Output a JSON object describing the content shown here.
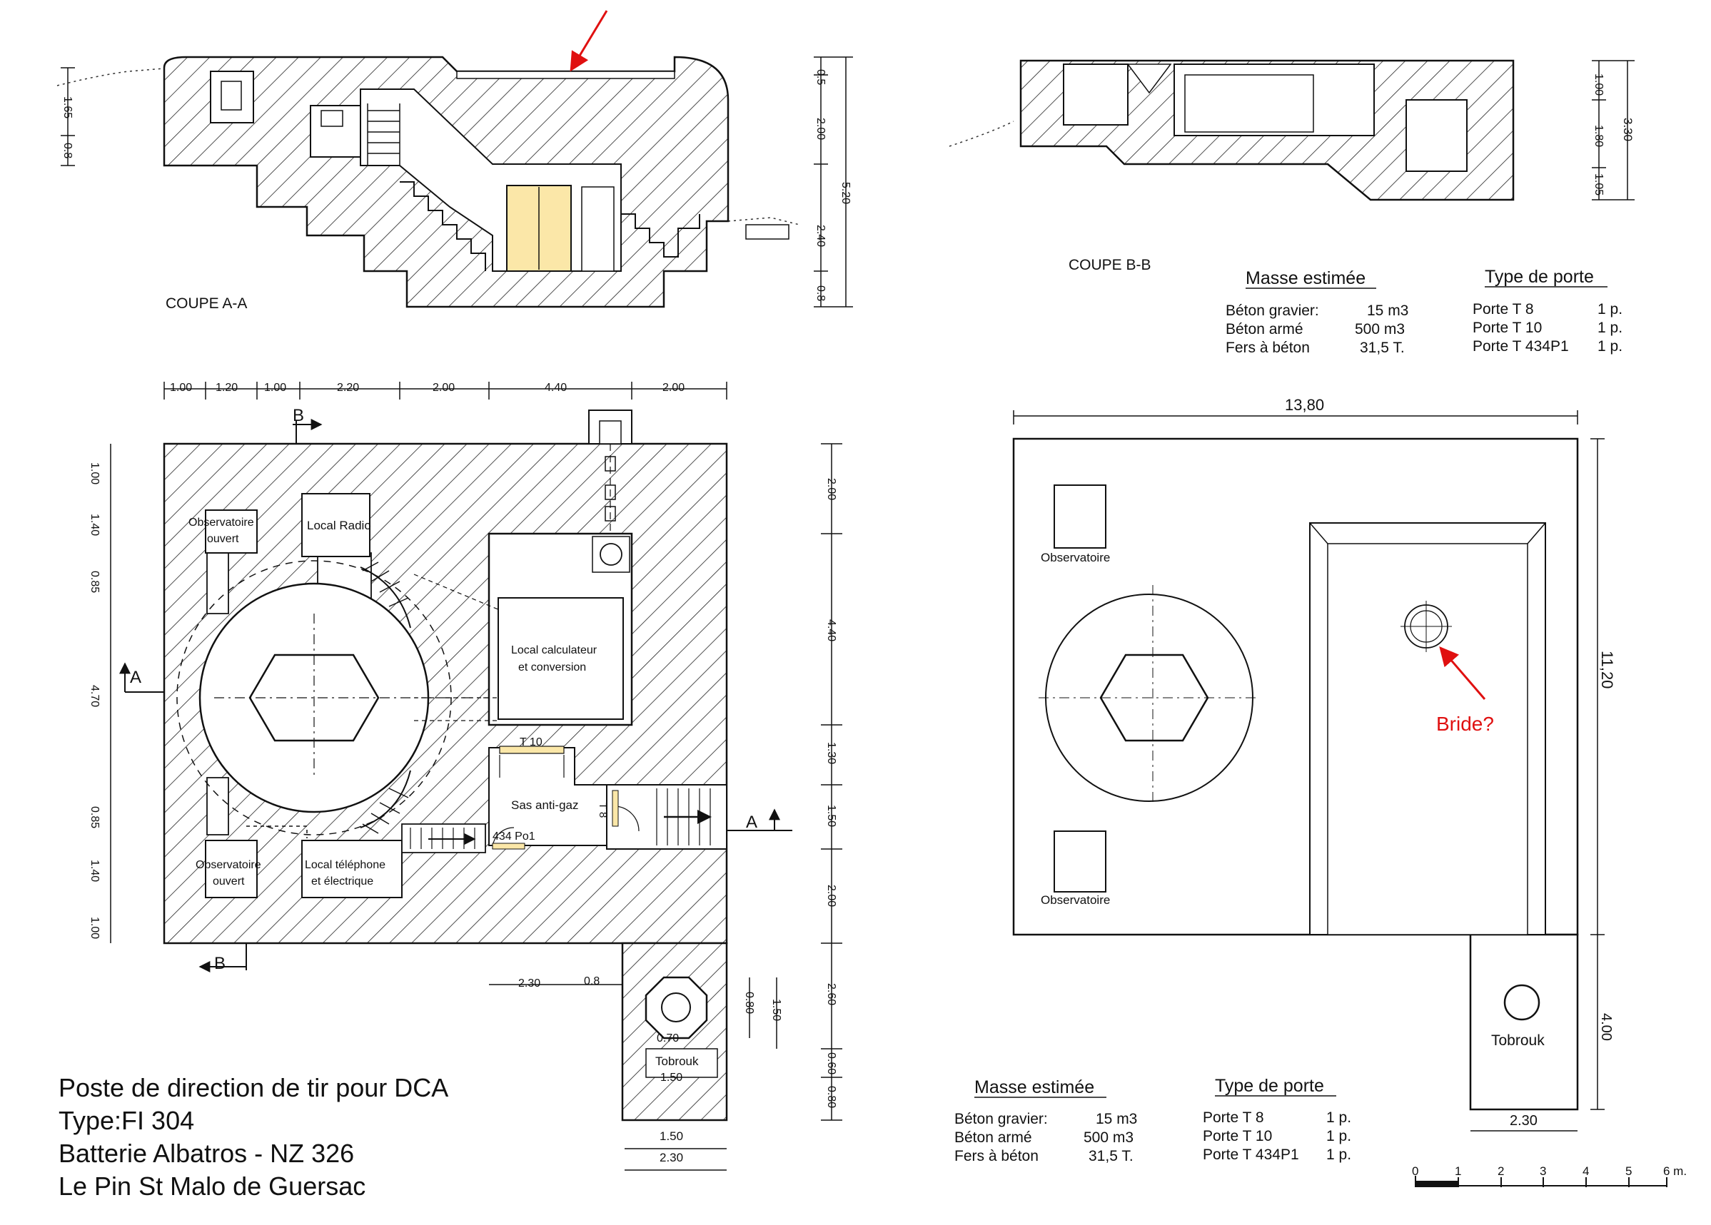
{
  "sections": {
    "coupe_aa": "COUPE A-A",
    "coupe_bb": "COUPE B-B"
  },
  "coupe_aa_dims": [
    "0.5",
    "2.00",
    "2.40",
    "0.8",
    "5.20",
    "1.65",
    "0.8"
  ],
  "coupe_bb_dims": [
    "1.00",
    "1.80",
    "1.05",
    "3.30"
  ],
  "plan_rooms": {
    "obs_top": [
      "Observatoire",
      "ouvert"
    ],
    "radio": [
      "Local Radio"
    ],
    "calculateur": [
      "Local calculateur",
      "et conversion"
    ],
    "sas": [
      "Sas anti-gaz"
    ],
    "obs_bottom": [
      "Observatoire",
      "ouvert"
    ],
    "telephone": [
      "Local téléphone",
      "et électrique"
    ]
  },
  "plan_labels": {
    "door_t10": "T 10",
    "door_434": "434 Po1",
    "door_t8": "T 8",
    "tobrouk": "Tobrouk",
    "section_a": "A",
    "section_b": "B"
  },
  "plan_top_dims": [
    "1.00",
    "1.20",
    "1.00",
    "2.20",
    "2.00",
    "4.40",
    "2.00"
  ],
  "plan_left_dims": [
    "1.00",
    "1.40",
    "0.85",
    "4.70",
    "0.85",
    "1.40",
    "1.00"
  ],
  "plan_right_dims": [
    "2.00",
    "4.40",
    "1.30",
    "1.50",
    "2.00",
    "2.60",
    "0.60",
    "0.80"
  ],
  "plan_bottom_dims": [
    "2.30",
    "0.8"
  ],
  "tobrouk_dims": [
    "0.70",
    "1.50",
    "0.80",
    "1.50",
    "1.50",
    "2.30"
  ],
  "masse_table": {
    "heading": "Masse estimée",
    "rows": [
      {
        "label": "Béton gravier:",
        "value": "15 m3"
      },
      {
        "label": "Béton armé",
        "value": "500 m3"
      },
      {
        "label": "Fers à béton",
        "value": "31,5 T."
      }
    ]
  },
  "porte_table": {
    "heading": "Type de porte",
    "rows": [
      {
        "label": "Porte T 8",
        "value": "1 p."
      },
      {
        "label": "Porte T 10",
        "value": "1 p."
      },
      {
        "label": "Porte T 434P1",
        "value": "1 p."
      }
    ]
  },
  "roof_plan": {
    "width_dim": "13,80",
    "height_dim": "11,20",
    "tobrouk_h_dim": "4.00",
    "tobrouk_w_dim": "2.30",
    "observatoire_top": "Observatoire",
    "observatoire_bottom": "Observatoire",
    "tobrouk": "Tobrouk",
    "annotation": "Bride?",
    "annotation_color": "#e01010"
  },
  "scale_bar": {
    "ticks": [
      "0",
      "1",
      "2",
      "3",
      "4",
      "5",
      "6 m."
    ]
  },
  "title_block": {
    "line1": "Poste de direction de tir pour DCA",
    "line2": "Type:FI 304",
    "line3": "Batterie Albatros - NZ 326",
    "line4": "Le Pin St Malo de Guersac"
  },
  "colors": {
    "ink": "#111111",
    "hatch": "#222222",
    "annotation": "#e01010",
    "door_fill": "#fbe7a8"
  }
}
